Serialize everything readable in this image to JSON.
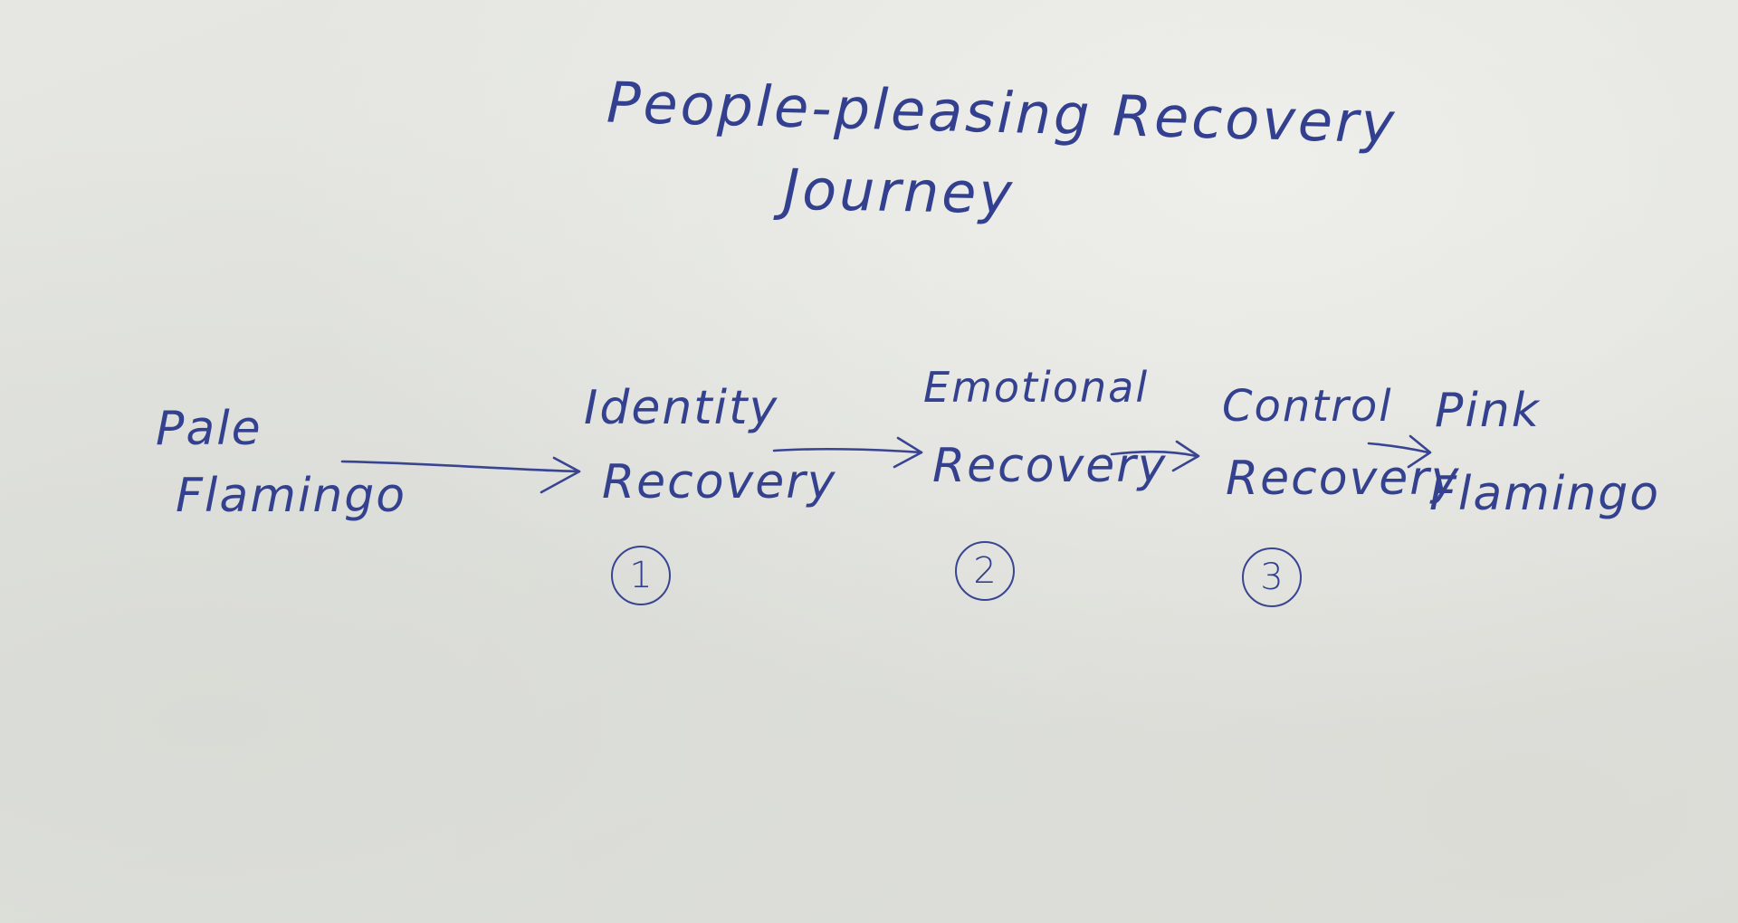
{
  "diagram": {
    "title": {
      "line1": "People-pleasing Recovery",
      "line2": "Journey"
    },
    "nodes": [
      {
        "line1": "Pale",
        "line2": "Flamingo"
      },
      {
        "line1": "Identity",
        "line2": "Recovery",
        "step": "1"
      },
      {
        "line1": "Emotional",
        "line2": "Recovery",
        "step": "2"
      },
      {
        "line1": "Control",
        "line2": "Recovery",
        "step": "3"
      },
      {
        "line1": "Pink",
        "line2": "Flamingo"
      }
    ],
    "ink_color": "#34418f",
    "paper_color": "#e3e4e0"
  }
}
